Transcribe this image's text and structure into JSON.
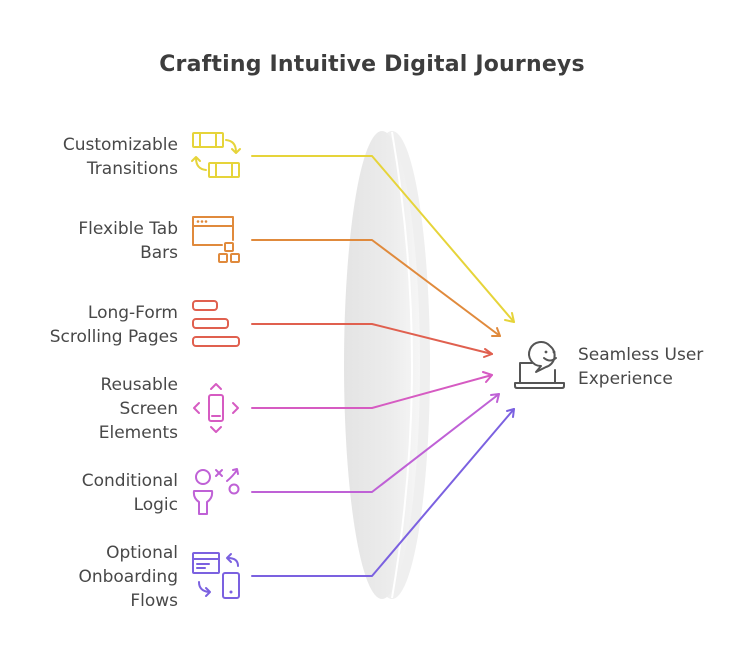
{
  "title": "Crafting Intuitive Digital Journeys",
  "inputs": [
    {
      "label": "Customizable\nTransitions",
      "color": "#e6d43a",
      "icon": "transition-icon"
    },
    {
      "label": "Flexible Tab\nBars",
      "color": "#e08a3c",
      "icon": "tab-bar-icon"
    },
    {
      "label": "Long-Form\nScrolling Pages",
      "color": "#e0604f",
      "icon": "scrolling-page-icon"
    },
    {
      "label": "Reusable\nScreen\nElements",
      "color": "#d65bc2",
      "icon": "screen-element-icon"
    },
    {
      "label": "Conditional\nLogic",
      "color": "#bf61d6",
      "icon": "conditional-logic-icon"
    },
    {
      "label": "Optional\nOnboarding\nFlows",
      "color": "#7b61e0",
      "icon": "onboarding-flow-icon"
    }
  ],
  "output": {
    "label": "Seamless User\nExperience",
    "color": "#555555",
    "icon": "laptop-chat-icon"
  }
}
